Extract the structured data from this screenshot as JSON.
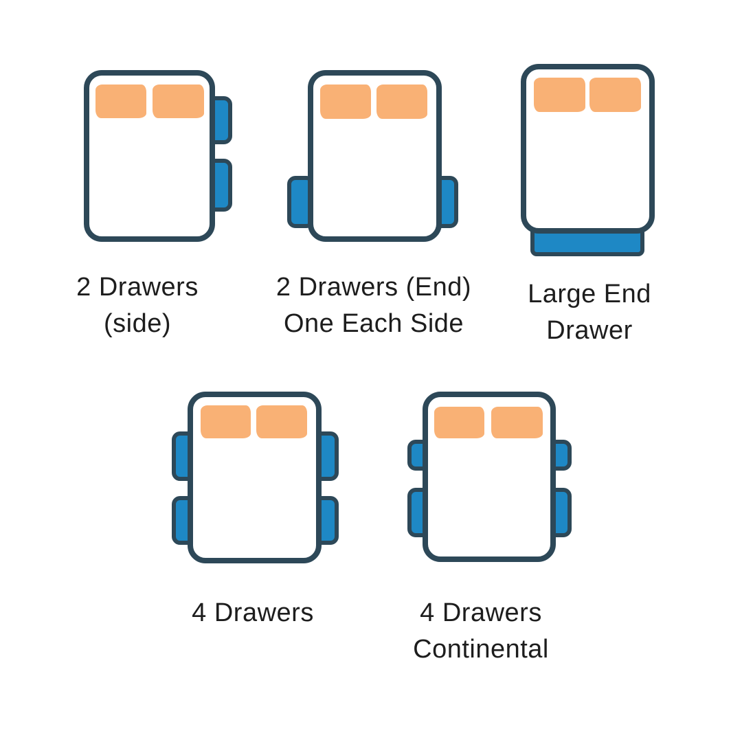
{
  "colors": {
    "background": "#ffffff",
    "bed_outline": "#2d4858",
    "drawer_fill": "#1e88c5",
    "pillow_fill": "#f9b175",
    "label_text": "#1d1d1d"
  },
  "items": [
    {
      "name": "2-drawers-side",
      "label_lines": [
        "2 Drawers",
        "(side)"
      ]
    },
    {
      "name": "2-drawers-end",
      "label_lines": [
        "2 Drawers (End)",
        "One Each Side"
      ]
    },
    {
      "name": "large-end-drawer",
      "label_lines": [
        "Large End",
        "Drawer"
      ]
    },
    {
      "name": "4-drawers",
      "label_lines": [
        "4 Drawers"
      ]
    },
    {
      "name": "4-drawers-continental",
      "label_lines": [
        "4 Drawers",
        "Continental"
      ]
    }
  ]
}
